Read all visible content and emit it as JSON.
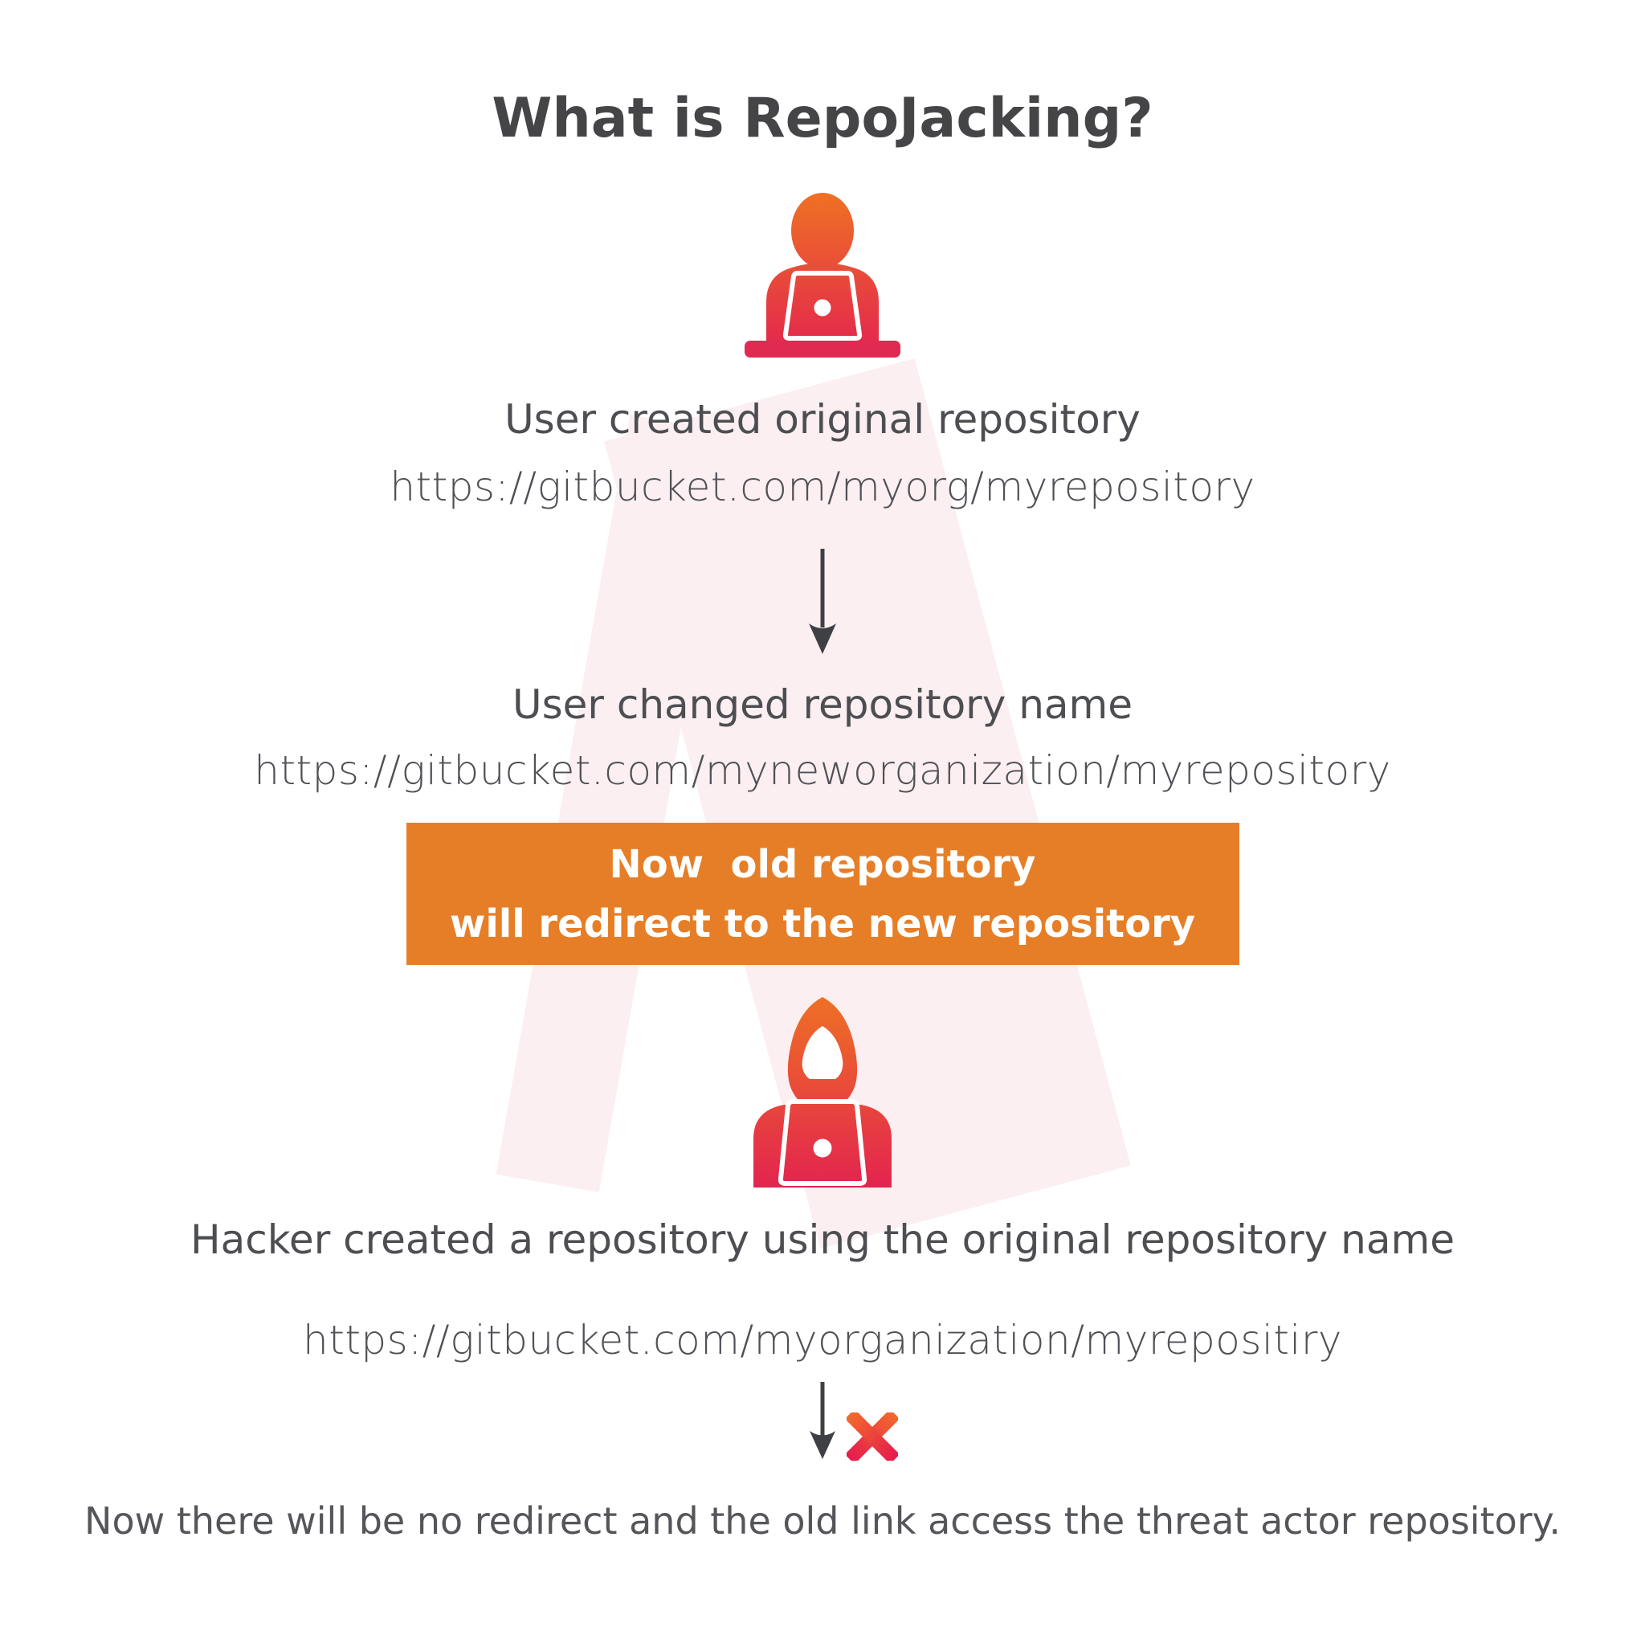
{
  "title": "What is RepoJacking?",
  "steps": [
    {
      "heading": "User created original repository",
      "url": "https://gitbucket.com/myorg/myrepository",
      "icon": "user-at-laptop-icon"
    },
    {
      "heading": "User changed repository name",
      "url": "https://gitbucket.com/myneworganization/myrepository"
    },
    {
      "heading": "Hacker created a repository using the original repository name",
      "url": "https://gitbucket.com/myorganization/myrepositiry",
      "icon": "hacker-at-laptop-icon"
    }
  ],
  "banner": {
    "line1": "Now  old repository",
    "line2": "will redirect to the new repository"
  },
  "footer": "Now there will be no redirect and the old link access the threat actor repository.",
  "icons": {
    "flow": "down-arrow-icon",
    "blocked": "red-cross-icon"
  },
  "colors": {
    "banner_bg": "#e67e27",
    "banner_text": "#ffffff",
    "heading_text": "#4d4e52",
    "title_text": "#454548",
    "arrow": "#3f4045",
    "icon_gradient_top": "#ee7124",
    "icon_gradient_bottom": "#e32350",
    "desk_bar": "#e02a52",
    "cross_gradient_top": "#f26b2b",
    "cross_gradient_bottom": "#e51a4e",
    "watermark": "#fbeff1"
  }
}
